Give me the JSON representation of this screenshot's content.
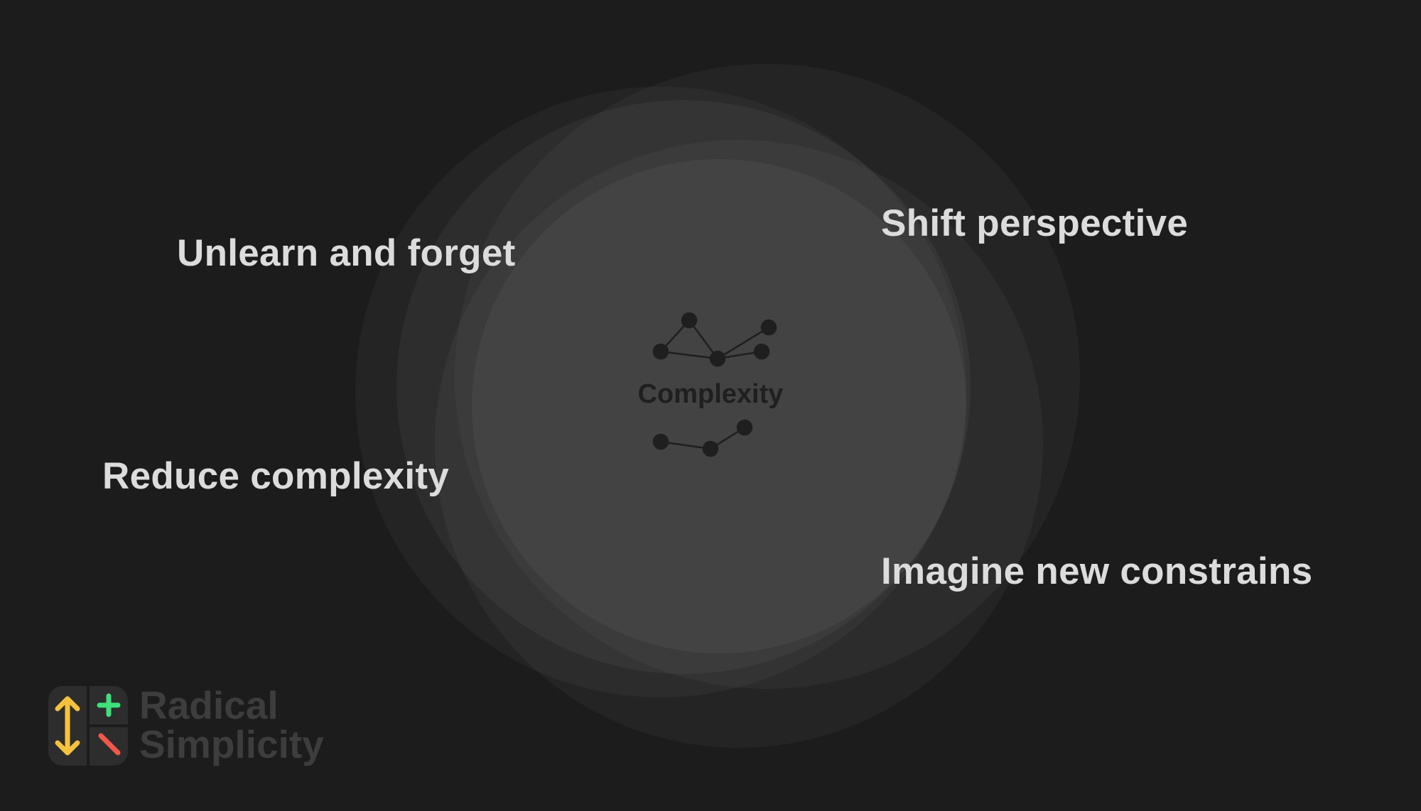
{
  "slide": {
    "background": "#1c1c1c",
    "center": {
      "label": "Complexity",
      "node_color": "#1f1f1f"
    },
    "labels": {
      "top_left": "Unlearn and forget",
      "top_right": "Shift perspective",
      "bottom_left": "Reduce complexity",
      "bottom_right": "Imagine new constrains"
    },
    "text_color": "#dcdcdc"
  },
  "logo": {
    "line1": "Radical",
    "line2": "Simplicity",
    "icons": [
      "vertical-arrows-icon",
      "plus-icon",
      "minus-slash-icon"
    ],
    "colors": {
      "arrows": "#f6c23e",
      "plus": "#3ee07a",
      "slash": "#f0584c",
      "tile": "#2d2d2d",
      "text": "#3d3d3d"
    }
  }
}
